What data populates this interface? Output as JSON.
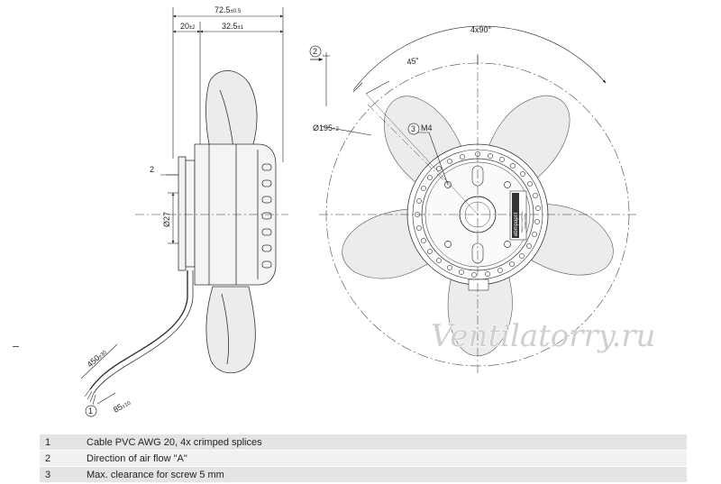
{
  "dimensions": {
    "overall_length": "72.5",
    "overall_length_tol": "±0.5",
    "hub_depth": "20",
    "hub_depth_tol": "±2",
    "motor_length": "32.5",
    "motor_length_tol": "±1",
    "flange_thickness": "2",
    "shaft_diameter": "Ø27",
    "fan_diameter": "Ø195",
    "fan_diameter_tol": "+2",
    "hole_pattern": "4x90°",
    "angle": "45°",
    "screw": "M4",
    "cable_length": "450",
    "cable_length_tol": "±30",
    "strip_length": "85",
    "strip_length_tol": "±10"
  },
  "callouts": {
    "airflow": "2",
    "screw": "3",
    "cable": "1"
  },
  "label_text": {
    "brand": "ebmpapst",
    "line1": "Made in Germany",
    "line2": "Tested 100%"
  },
  "watermark": "Ventilatorry.ru",
  "legend": [
    {
      "num": "1",
      "text": "Cable PVC AWG 20, 4x crimped splices"
    },
    {
      "num": "2",
      "text": "Direction of air flow \"A\""
    },
    {
      "num": "3",
      "text": "Max. clearance for screw 5 mm"
    }
  ],
  "colors": {
    "blade_fill": "#ececec",
    "line": "#333333",
    "table_row": "#e4e4e4"
  }
}
